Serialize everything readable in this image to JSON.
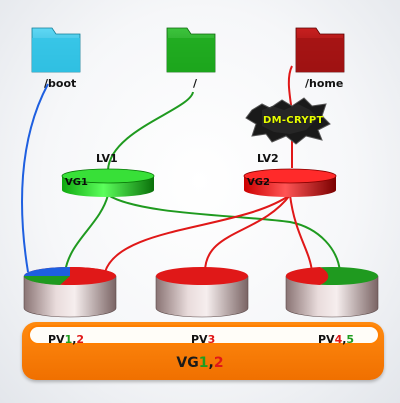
{
  "mounts": [
    {
      "label": "/boot",
      "color": "#23b9d9"
    },
    {
      "label": "/",
      "color": "#1f9a1f"
    },
    {
      "label": "/home",
      "color": "#a01010"
    }
  ],
  "encryption": {
    "label": "DM-CRYPT",
    "text_color": "#e8ff00"
  },
  "logical_volumes": [
    {
      "label": "LV1",
      "vg": "VG1",
      "color": "#22cc22"
    },
    {
      "label": "LV2",
      "vg": "VG2",
      "color": "#ff1a1a"
    }
  ],
  "physical_volumes": [
    {
      "prefix": "PV",
      "n1": "1",
      "sep": ",",
      "n2": "2"
    },
    {
      "prefix": "PV",
      "n1": "3"
    },
    {
      "prefix": "PV",
      "n1": "4",
      "sep": ",",
      "n2": "5"
    }
  ],
  "volume_group": {
    "prefix": "VG",
    "n1": "1",
    "sep": ",",
    "n2": "2"
  },
  "colors": {
    "vg1": "#1f9d1f",
    "vg2": "#e01818",
    "boot_link": "#1e5fe0",
    "band": "#f07000"
  }
}
